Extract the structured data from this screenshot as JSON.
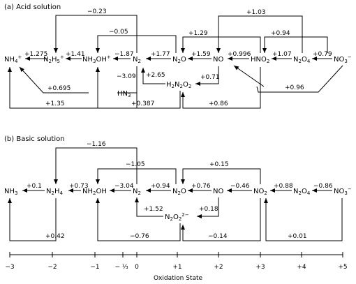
{
  "acid": {
    "title": "(a) Acid solution",
    "species": {
      "nh4": {
        "base": "NH",
        "sub": "4",
        "sup": "+"
      },
      "n2h5": {
        "base": "N",
        "sub": "2",
        "base2": "H",
        "sub2": "5",
        "sup": "+"
      },
      "nh3oh": {
        "base": "NH",
        "sub": "3",
        "base2": "OH",
        "sup": "+"
      },
      "n2": {
        "base": "N",
        "sub": "2"
      },
      "n2o": {
        "base": "N",
        "sub": "2",
        "base2": "O"
      },
      "no": {
        "base": "NO"
      },
      "hno2": {
        "base": "HNO",
        "sub": "2"
      },
      "n2o4": {
        "base": "N",
        "sub": "2",
        "base2": "O",
        "sub2": "4"
      },
      "no3": {
        "base": "NO",
        "sub": "3",
        "sup": "−"
      },
      "hn3": {
        "base": "HN",
        "sub": "3"
      },
      "h2n2o2": {
        "base": "H",
        "sub": "2",
        "base2": "N",
        "sub2": "2",
        "base3": "O",
        "sub3": "2"
      }
    },
    "potentials": {
      "n2h5_nh4": "+1.275",
      "nh3oh_n2h5": "+1.41",
      "n2_nh3oh": "−1.87",
      "n2o_n2": "+1.77",
      "no_n2o": "+1.59",
      "hno2_no": "+0.996",
      "n2o4_hno2": "+1.07",
      "no3_n2o4": "+0.79",
      "top_n2o_n2h5": "−0.23",
      "top_n2o_nh3oh": "−0.05",
      "top_hno2_n2o": "+1.29",
      "top_no3_no": "+1.03",
      "top_no3_hno2": "+0.94",
      "n2_hn3": "−3.09",
      "h2n2o2_n2": "+2.65",
      "no_h2n2o2": "+0.71",
      "hn3_nh4": "+0.695",
      "no3_hno2_low": "+0.96",
      "bottom_n2_nh4": "+1.35",
      "bottom_h2n2o2_nh3oh": "+0.387",
      "bottom_hno2_h2n2o2": "+0.86"
    }
  },
  "basic": {
    "title": "(b) Basic solution",
    "species": {
      "nh3": {
        "base": "NH",
        "sub": "3"
      },
      "n2h4": {
        "base": "N",
        "sub": "2",
        "base2": "H",
        "sub2": "4"
      },
      "nh2oh": {
        "base": "NH",
        "sub": "2",
        "base2": "OH"
      },
      "n2": {
        "base": "N",
        "sub": "2"
      },
      "n2o": {
        "base": "N",
        "sub": "2",
        "base2": "O"
      },
      "no": {
        "base": "NO"
      },
      "no2": {
        "base": "NO",
        "sub": "2"
      },
      "n2o4": {
        "base": "N",
        "sub": "2",
        "base2": "O",
        "sub2": "4"
      },
      "no3": {
        "base": "NO",
        "sub": "3",
        "sup": "−"
      },
      "n2o2": {
        "base": "N",
        "sub": "2",
        "base2": "O",
        "sub2": "2",
        "sup": "2−"
      }
    },
    "potentials": {
      "n2h4_nh3": "+0.1",
      "nh2oh_n2h4": "+0.73",
      "n2_nh2oh": "−3.04",
      "n2o_n2": "+0.94",
      "no_n2o": "+0.76",
      "no2_no": "−0.46",
      "n2o4_no2": "+0.88",
      "no3_n2o4": "−0.86",
      "top_n2o_n2h4": "−1.16",
      "top_n2o_nh2oh": "−1.05",
      "top_no2_n2o": "+0.15",
      "n2o2_n2": "+1.52",
      "no_n2o2": "+0.18",
      "bottom_n2h4_nh3": "+0.42",
      "bottom_n2o2_nh2oh": "−0.76",
      "bottom_no2_n2o2": "−0.14",
      "bottom_no3_no2": "+0.01"
    }
  },
  "axis": {
    "title": "Oxidation State",
    "ticks": [
      "−3",
      "−2",
      "−1",
      "− ⅓",
      "0",
      "+1",
      "+2",
      "+3",
      "+4",
      "+5"
    ]
  }
}
